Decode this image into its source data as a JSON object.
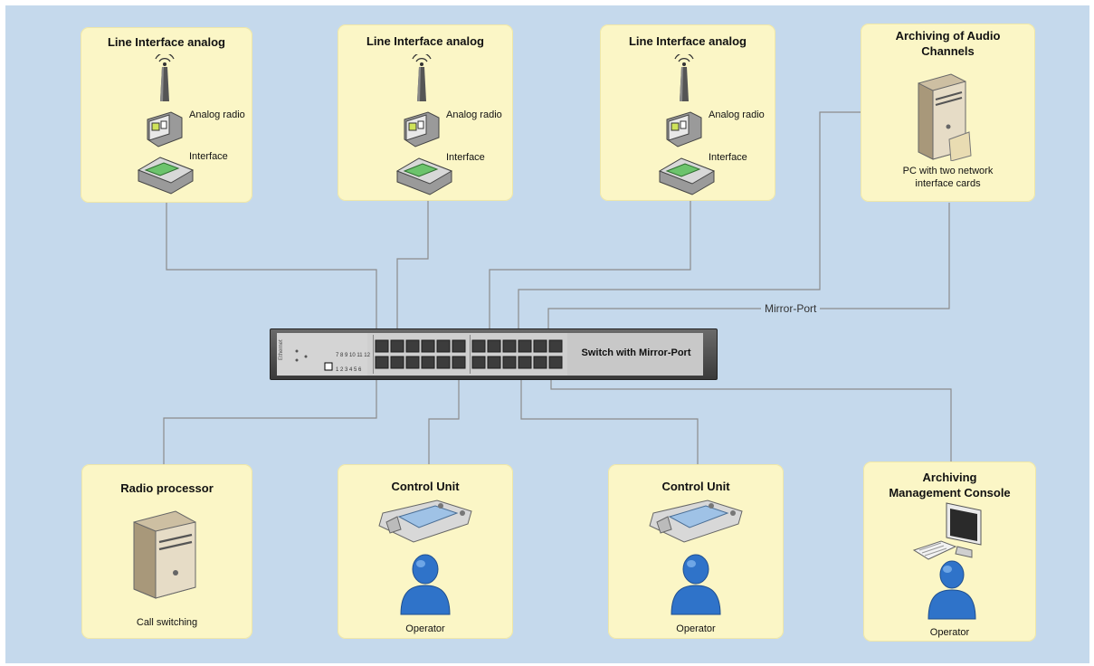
{
  "line_interfaces": [
    {
      "title": "Line Interface analog",
      "radio_label": "Analog radio",
      "interface_label": "Interface"
    },
    {
      "title": "Line Interface analog",
      "radio_label": "Analog radio",
      "interface_label": "Interface"
    },
    {
      "title": "Line Interface analog",
      "radio_label": "Analog radio",
      "interface_label": "Interface"
    }
  ],
  "archiving_audio": {
    "title": "Archiving of Audio\nChannels",
    "caption": "PC with two network\ninterface cards"
  },
  "switch": {
    "label": "Switch with Mirror-Port",
    "side_text": "Ethernet"
  },
  "mirror_port_label": "Mirror-Port",
  "radio_processor": {
    "title": "Radio processor",
    "caption": "Call switching"
  },
  "control_units": [
    {
      "title": "Control Unit",
      "caption": "Operator"
    },
    {
      "title": "Control Unit",
      "caption": "Operator"
    }
  ],
  "archiving_console": {
    "title": "Archiving\nManagement Console",
    "caption": "Operator"
  },
  "icons": [
    "antenna-icon",
    "analog-radio-icon",
    "interface-device-icon",
    "server-icon",
    "control-panel-icon",
    "operator-person-icon",
    "monitor-icon",
    "keyboard-icon",
    "switch-port-icon"
  ],
  "colors": {
    "background": "#c5d9ec",
    "box": "#fbf6c6",
    "wire": "#8c8c8c",
    "person": "#2f73c9"
  }
}
